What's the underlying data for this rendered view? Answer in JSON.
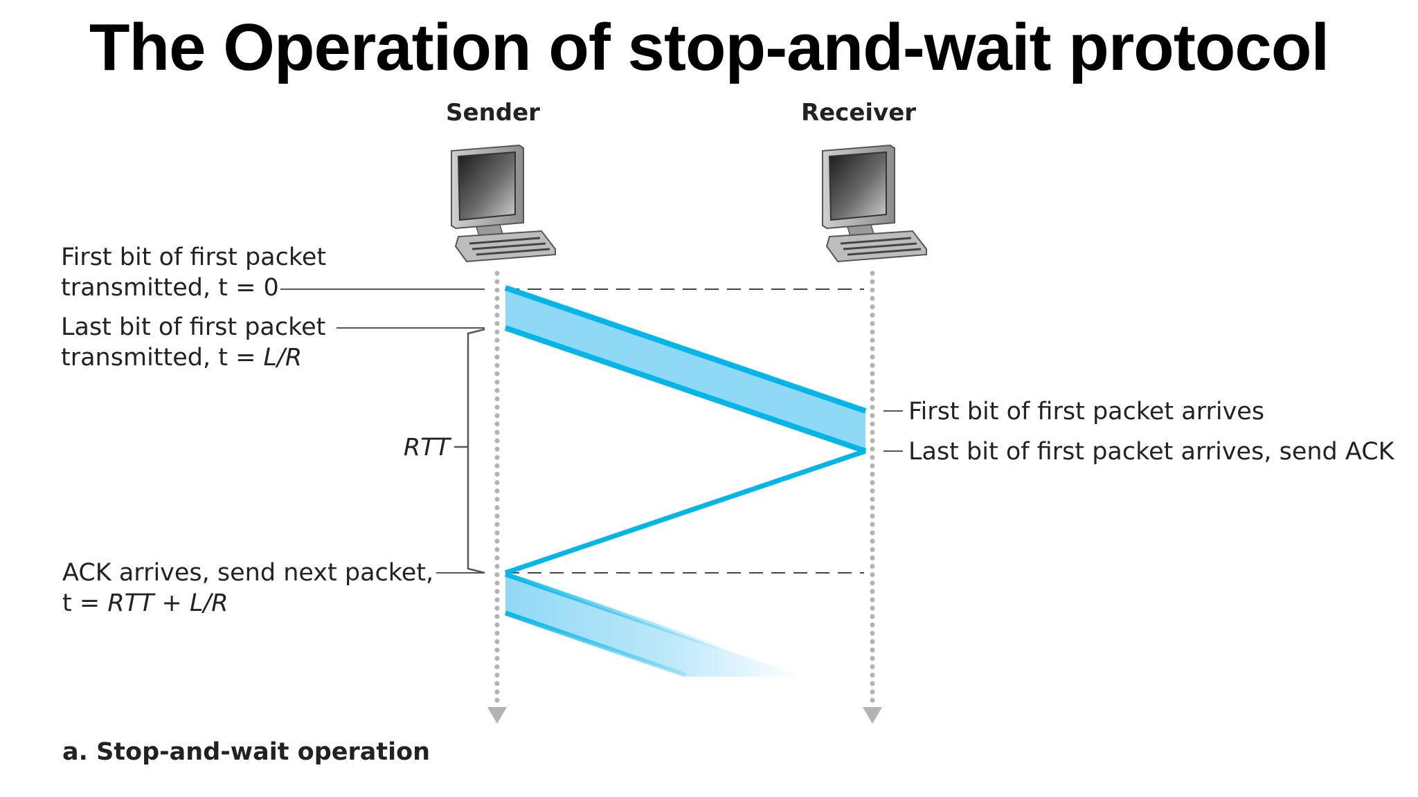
{
  "title": "The Operation of stop-and-wait protocol",
  "diagram": {
    "type": "sequence-timing",
    "colors": {
      "packet": "#00b5e8",
      "packet_fill": "#8fd8f6",
      "timeline": "#b0b0b0",
      "leader": "#555555"
    },
    "endpoints": {
      "sender": "Sender",
      "receiver": "Receiver"
    },
    "icons": {
      "sender": "desktop-computer-icon",
      "receiver": "desktop-computer-icon"
    },
    "sender_events": [
      {
        "line1": "First bit of first packet",
        "line2_text": "transmitted, t = ",
        "line2_value": "0"
      },
      {
        "line1": "Last bit of first packet",
        "line2_text": "transmitted, t = ",
        "line2_value": "L/R"
      },
      {
        "line1": "ACK arrives, send next packet,",
        "line2_text": "t = ",
        "line2_value": "RTT + L/R"
      }
    ],
    "receiver_events": [
      "First bit of first packet arrives",
      "Last bit of first packet arrives, send ACK"
    ],
    "interval_label": "RTT",
    "caption": "a. Stop-and-wait operation"
  }
}
